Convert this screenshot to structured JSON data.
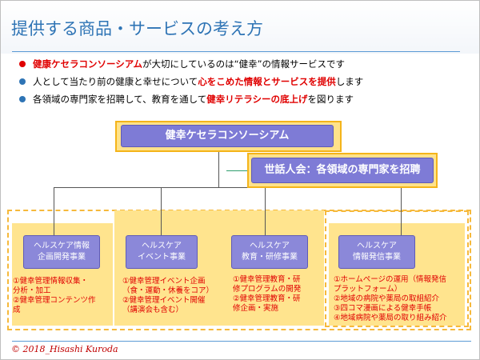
{
  "slide": {
    "title": "提供する商品・サービスの考え方",
    "bullets": [
      {
        "dot_color": "#e00000",
        "parts": [
          {
            "text": "健康ケセラコンソーシアム",
            "hl": true
          },
          {
            "text": "が大切にしているのは“健幸”の情報サービスです",
            "hl": false
          }
        ]
      },
      {
        "dot_color": "#2e74b5",
        "parts": [
          {
            "text": "人として当たり前の健康と幸せについて",
            "hl": false
          },
          {
            "text": "心をこめた情報とサービスを提供",
            "hl": true
          },
          {
            "text": "します",
            "hl": false
          }
        ]
      },
      {
        "dot_color": "#2e74b5",
        "parts": [
          {
            "text": "各領域の専門家を招聘して、教育を通して",
            "hl": false
          },
          {
            "text": "健幸リテラシーの底上げ",
            "hl": true
          },
          {
            "text": "を図ります",
            "hl": false
          }
        ]
      }
    ]
  },
  "org": {
    "top": "健幸ケセラコンソーシアム",
    "advisory": "世話人会：各領域の専門家を招聘",
    "units": [
      {
        "lines": [
          "ヘルスケア情報",
          "企画開発事業"
        ],
        "items": [
          "①健幸管理情報収集・",
          "分析・加工",
          "②健幸管理コンテンツ作",
          "成"
        ]
      },
      {
        "lines": [
          "ヘルスケア",
          "イベント事業"
        ],
        "items": [
          "①健幸管理イベント企画",
          "（食・運動・休養をコア）",
          "②健幸管理イベント開催",
          "（講演会も含む）"
        ]
      },
      {
        "lines": [
          "ヘルスケア",
          "教育・研修事業"
        ],
        "items": [
          "①健幸管理教育・研",
          "修プログラムの開発",
          "②健幸管理教育・研",
          "修企画・実施"
        ]
      },
      {
        "lines": [
          "ヘルスケア",
          "情報発信事業"
        ],
        "items": [
          "①ホームページの運用（情報発信",
          "プラットフォーム）",
          "②地域の病院や薬局の取組紹介",
          "③四コマ漫画による健幸手帳",
          "④地域病院や薬局の取り組み紹介"
        ]
      }
    ]
  },
  "footer": "© 2018_Hisashi Kuroda",
  "colors": {
    "title": "#2e74b5",
    "accent_red": "#e00000",
    "purple": "#8b88d9",
    "gold": "#ffe28a",
    "gold_border": "#f4b41a"
  }
}
